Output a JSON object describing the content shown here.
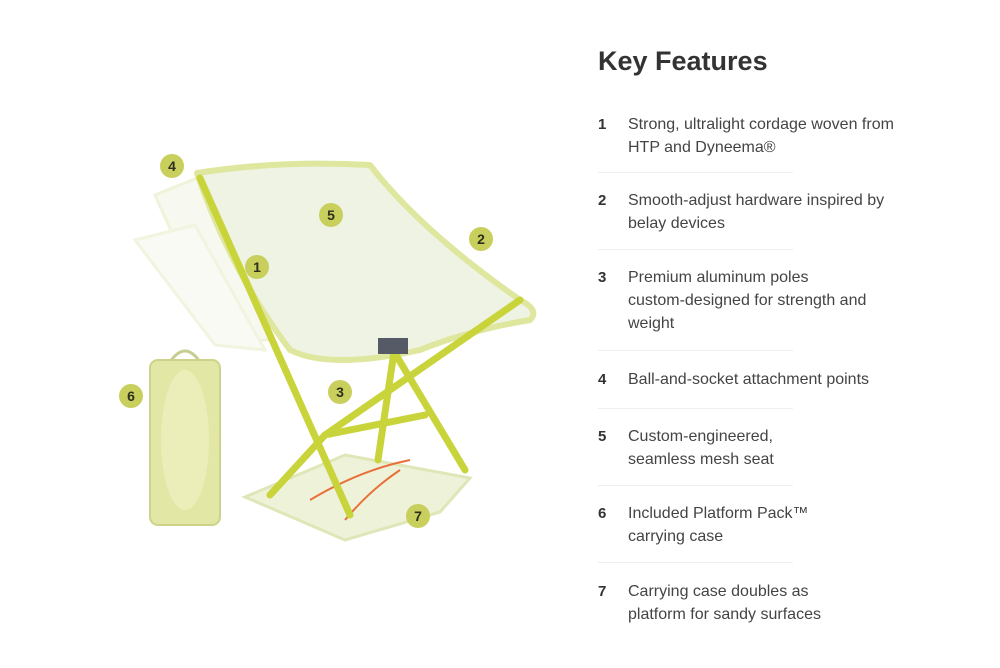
{
  "heading": "Key Features",
  "features": [
    {
      "num": "1",
      "text": "Strong, ultralight cordage woven from HTP and Dyneema®"
    },
    {
      "num": "2",
      "text": "Smooth-adjust hardware inspired by belay devices"
    },
    {
      "num": "3",
      "text": "Premium aluminum poles custom-designed for strength and weight"
    },
    {
      "num": "4",
      "text": "Ball-and-socket attachment points"
    },
    {
      "num": "5",
      "text": "Custom-engineered, seamless mesh seat"
    },
    {
      "num": "6",
      "text": "Included Platform Pack™ carrying case"
    },
    {
      "num": "7",
      "text": "Carrying case doubles as platform for sandy surfaces"
    }
  ],
  "colors": {
    "badge": "#c9cf5c",
    "pole": "#c8d43a",
    "mesh": "#eef3df",
    "cord": "#e8703a"
  }
}
